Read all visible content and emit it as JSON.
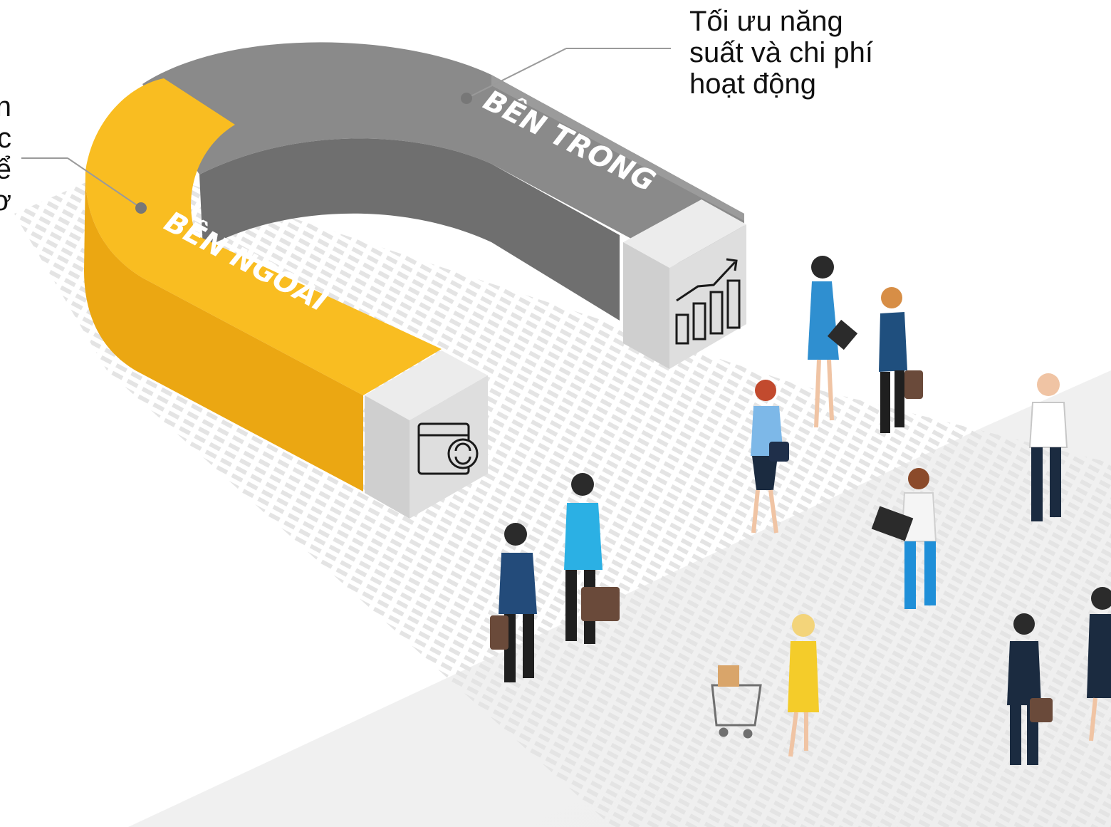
{
  "captions": {
    "inside": "Tối ưu năng\nsuất và chi phí\nhoạt động",
    "outside_fragment": "n\nc\nể\nơ"
  },
  "magnet": {
    "inner_arm_label": "BÊN TRONG",
    "outer_arm_label": "BÊN NGOÀI",
    "inner_icon": "growth-chart-icon",
    "outer_icon": "web-sync-icon"
  },
  "colors": {
    "inner_arm": "#8a8a8a",
    "outer_arm": "#f9bd21",
    "end_caps": "#d7d7d7",
    "ground_pattern": "#e1e1e1",
    "text": "#111111"
  },
  "people": [
    {
      "name": "woman-with-clipboard"
    },
    {
      "name": "man-with-briefcase-handshake"
    },
    {
      "name": "woman-with-handbag"
    },
    {
      "name": "man-on-phone"
    },
    {
      "name": "man-with-laptop"
    },
    {
      "name": "businessman-in-dark-jacket"
    },
    {
      "name": "businessman-in-light-blue-jacket"
    },
    {
      "name": "woman-with-shopping-cart"
    },
    {
      "name": "businessman-with-briefcase"
    },
    {
      "name": "woman-in-black-dress"
    }
  ]
}
